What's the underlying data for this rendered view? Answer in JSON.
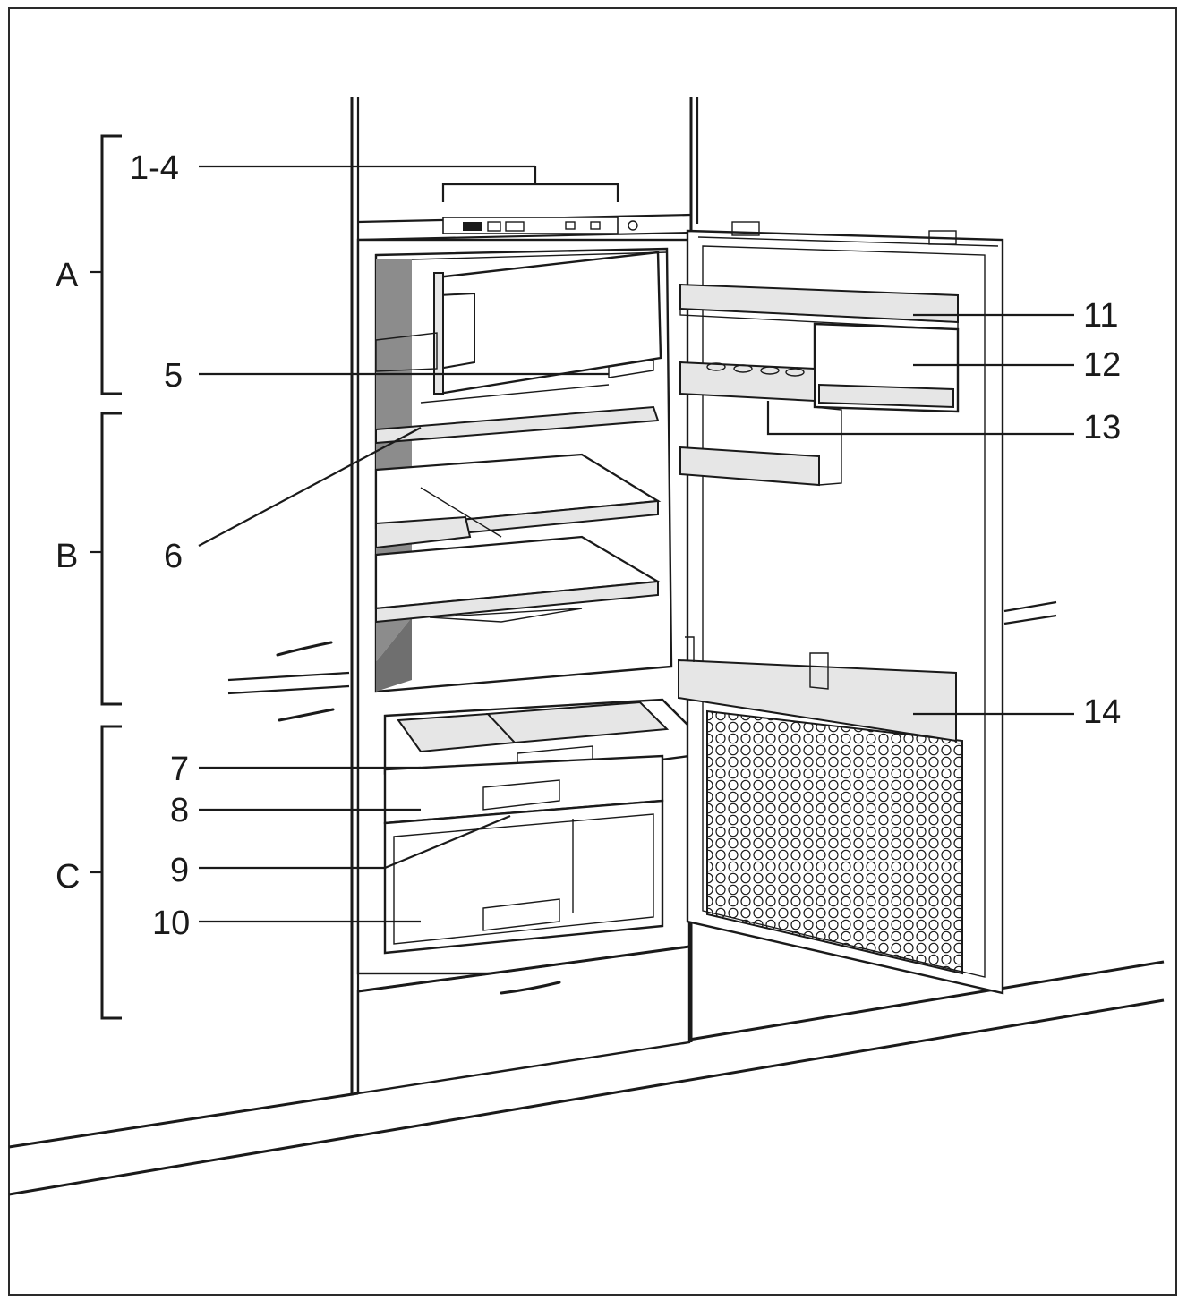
{
  "section_labels": {
    "a": "A",
    "b": "B",
    "c": "C"
  },
  "callouts": {
    "c1_4": "1-4",
    "c5": "5",
    "c6": "6",
    "c7": "7",
    "c8": "8",
    "c9": "9",
    "c10": "10",
    "c11": "11",
    "c12": "12",
    "c13": "13",
    "c14": "14"
  },
  "colors": {
    "line": "#1a1a1a",
    "interior_shadow": "#8c8c8c",
    "background": "#ffffff"
  }
}
